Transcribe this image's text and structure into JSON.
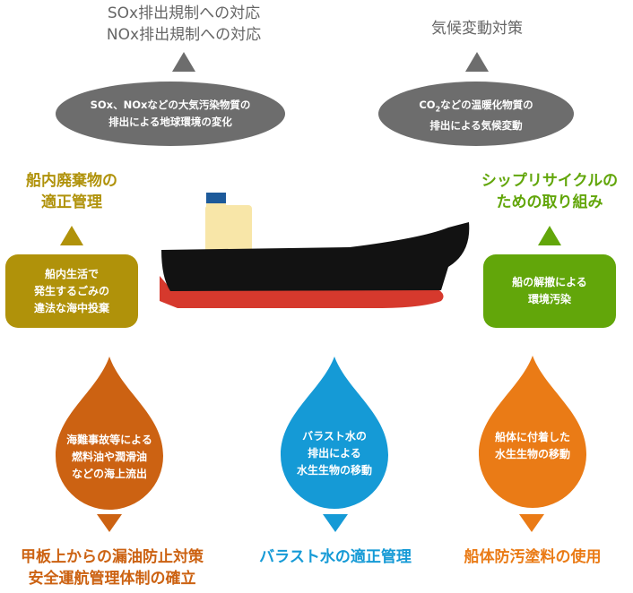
{
  "colors": {
    "gray": "#6d6d6d",
    "olive": "#b0920a",
    "green": "#62a60a",
    "orange_dark": "#cc6212",
    "blue": "#159ad6",
    "orange": "#ea7b16",
    "hull_black": "#121212",
    "hull_red": "#d6392d",
    "cabin": "#f8e6a8",
    "funnel": "#1d5a9a"
  },
  "top_left": {
    "heading_line1": "SOx排出規制への対応",
    "heading_line2": "NOx排出規制への対応",
    "bubble_line1": "SOx、NOxなどの大気汚染物質の",
    "bubble_line2": "排出による地球環境の変化"
  },
  "top_right": {
    "heading": "気候変動対策",
    "bubble_line1_pre": "CO",
    "bubble_line1_sub": "2",
    "bubble_line1_post": "などの温暖化物質の",
    "bubble_line2": "排出による気候変動"
  },
  "mid_left": {
    "heading_line1": "船内廃棄物の",
    "heading_line2": "適正管理",
    "box_line1": "船内生活で",
    "box_line2": "発生するごみの",
    "box_line3": "違法な海中投棄"
  },
  "mid_right": {
    "heading_line1": "シップリサイクルの",
    "heading_line2": "ための取り組み",
    "box_line1": "船の解撤による",
    "box_line2": "環境汚染"
  },
  "drop_left": {
    "line1": "海難事故等による",
    "line2": "燃料油や潤滑油",
    "line3": "などの海上流出",
    "heading_line1": "甲板上からの漏油防止対策",
    "heading_line2": "安全運航管理体制の確立"
  },
  "drop_center": {
    "line1": "バラスト水の",
    "line2": "排出による",
    "line3": "水生生物の移動",
    "heading": "バラスト水の適正管理"
  },
  "drop_right": {
    "line1": "船体に付着した",
    "line2": "水生生物の移動",
    "heading": "船体防汚塗料の使用"
  }
}
